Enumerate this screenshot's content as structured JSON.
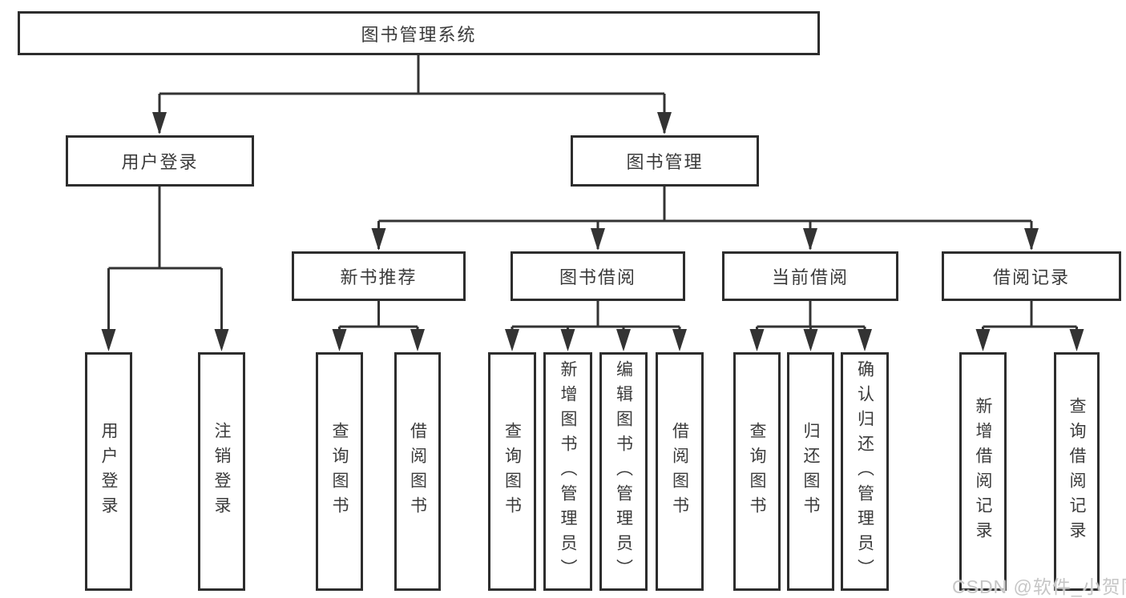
{
  "tree": {
    "label": "图书管理系统",
    "children": [
      {
        "label": "用户登录",
        "children": [
          {
            "label": "用户登录"
          },
          {
            "label": "注销登录"
          }
        ]
      },
      {
        "label": "图书管理",
        "children": [
          {
            "label": "新书推荐",
            "children": [
              {
                "label": "查询图书"
              },
              {
                "label": "借阅图书"
              }
            ]
          },
          {
            "label": "图书借阅",
            "children": [
              {
                "label": "查询图书"
              },
              {
                "label": "新增图书（管理员）"
              },
              {
                "label": "编辑图书（管理员）"
              },
              {
                "label": "借阅图书"
              }
            ]
          },
          {
            "label": "当前借阅",
            "children": [
              {
                "label": "查询图书"
              },
              {
                "label": "归还图书"
              },
              {
                "label": "确认归还（管理员）"
              }
            ]
          },
          {
            "label": "借阅记录",
            "children": [
              {
                "label": "新增借阅记录"
              },
              {
                "label": "查询借阅记录"
              }
            ]
          }
        ]
      }
    ]
  },
  "watermark": "CSDN @软件_小贺同学",
  "appearance": {
    "line_color": "#333333",
    "box_border_color": "#2d2d2d",
    "text_color": "#3b3b3b",
    "watermark_color": "#c6c6c6",
    "background_color": "#ffffff"
  }
}
